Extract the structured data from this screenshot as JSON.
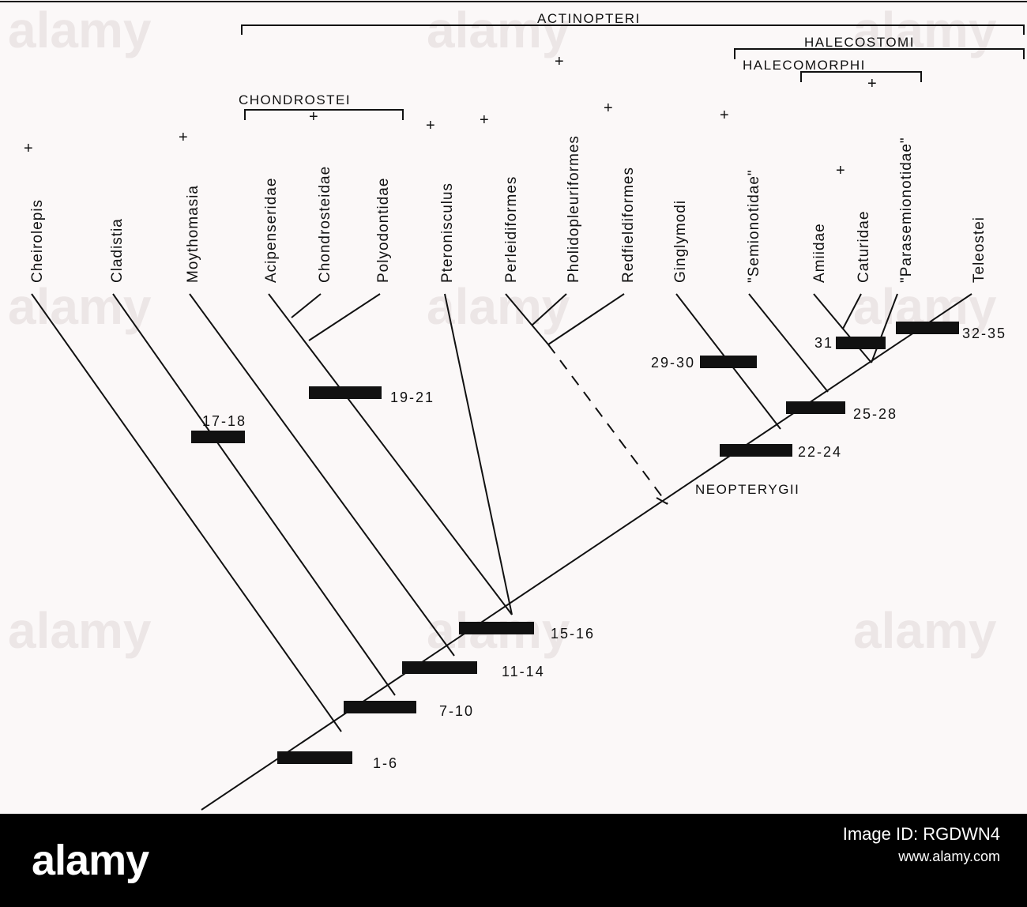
{
  "taxa": [
    "Cheirolepis",
    "Cladistia",
    "Moythomasia",
    "Acipenseridae",
    "Chondrosteidae",
    "Polyodontidae",
    "Pteronisculus",
    "Perleidiformes",
    "Pholidopleuriformes",
    "Redfieldiformes",
    "Ginglymodi",
    "\"Semionotidae\"",
    "Amiidae",
    "Caturidae",
    "\"Parasemionotidae\"",
    "Teleostei"
  ],
  "fossil_mark": "+",
  "groups": {
    "actinopteri": "ACTINOPTERI",
    "halecostomi": "HALECOSTOMI",
    "halecomorphi": "HALECOMORPHI",
    "chondrostei": "CHONDROSTEI",
    "neopterygii": "NEOPTERYGII"
  },
  "characters": [
    "1-6",
    "7-10",
    "11-14",
    "15-16",
    "17-18",
    "19-21",
    "22-24",
    "25-28",
    "29-30",
    "31",
    "32-35"
  ],
  "watermark": "alamy",
  "footer": {
    "brand": "alamy",
    "image_id": "Image ID: RGDWN4",
    "site": "www.alamy.com"
  },
  "colors": {
    "line": "#111111",
    "background": "#fbf8f8",
    "footer": "#000000"
  }
}
